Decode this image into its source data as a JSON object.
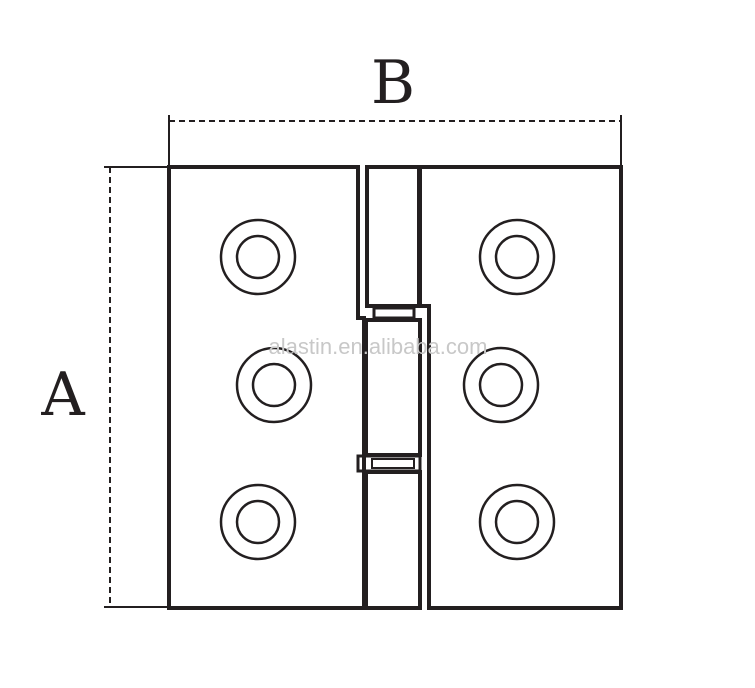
{
  "diagram": {
    "label_width": "B",
    "label_height": "A",
    "watermark": "alastin.en.alibaba.com",
    "colors": {
      "stroke": "#231f20",
      "background": "#ffffff",
      "watermark": "#c8c8c8"
    }
  }
}
